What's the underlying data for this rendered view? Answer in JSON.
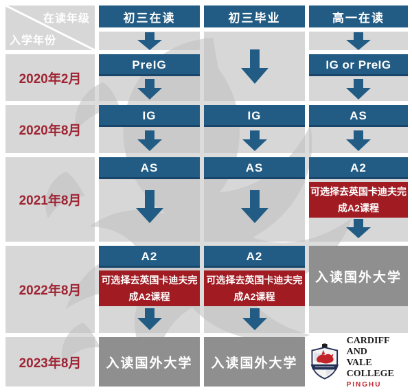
{
  "corner": {
    "top": "在读年级",
    "bottom": "入学年份"
  },
  "column_headers": [
    "初三在读",
    "初三毕业",
    "高一在读"
  ],
  "row_labels": [
    "2020年2月",
    "2020年8月",
    "2021年8月",
    "2022年8月",
    "2023年8月"
  ],
  "courses": {
    "preig": "PreIG",
    "ig": "IG",
    "ig_or_preig": "IG or PreIG",
    "as": "AS",
    "a2": "A2"
  },
  "notes": {
    "cardiff_a2": "可选择去英国卡迪夫完成A2课程",
    "university": "入读国外大学"
  },
  "logo": {
    "line1": "CARDIFF AND",
    "line2": "VALE COLLEGE",
    "campus": "PINGHU"
  },
  "colors": {
    "blue": "#225c84",
    "redbox": "#a01b22",
    "datered": "#9f2433",
    "cellgray": "#d7d7d7",
    "darkgray": "#8f8f8f",
    "logonavy": "#232f55",
    "logored": "#c2242b"
  }
}
